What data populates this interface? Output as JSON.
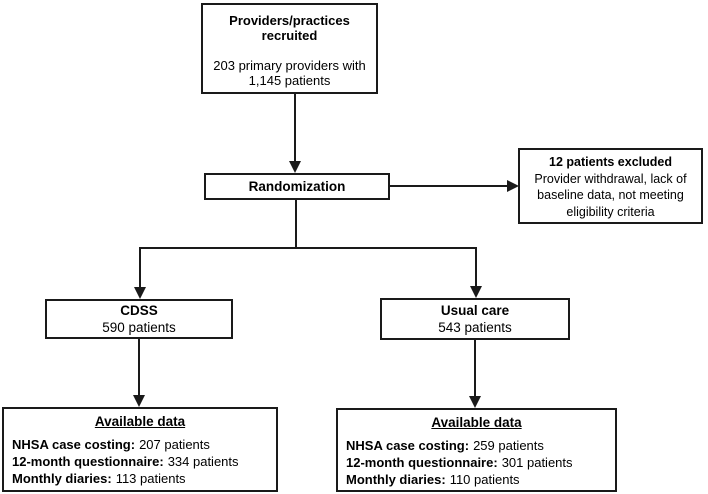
{
  "colors": {
    "border": "#1a1a1a",
    "line": "#1a1a1a",
    "text": "#000000",
    "background": "#ffffff"
  },
  "boxes": {
    "recruited": {
      "title_line1": "Providers/practices",
      "title_line2": "recruited",
      "body_line1": "203 primary providers with",
      "body_line2": "1,145 patients"
    },
    "randomization": {
      "label": "Randomization"
    },
    "excluded": {
      "title": "12 patients excluded",
      "body_line1": "Provider withdrawal, lack of",
      "body_line2": "baseline data, not meeting",
      "body_line3": "eligibility criteria"
    },
    "cdss": {
      "title": "CDSS",
      "count": "590 patients"
    },
    "usual_care": {
      "title": "Usual care",
      "count": "543 patients"
    },
    "available_cdss": {
      "heading": "Available data",
      "rows": [
        {
          "label": "NHSA case costing:",
          "value": "207 patients"
        },
        {
          "label": "12-month questionnaire:",
          "value": "334 patients"
        },
        {
          "label": "Monthly diaries:",
          "value": "113 patients"
        }
      ]
    },
    "available_usual": {
      "heading": "Available data",
      "rows": [
        {
          "label": "NHSA case costing:",
          "value": "259 patients"
        },
        {
          "label": "12-month questionnaire:",
          "value": "301 patients"
        },
        {
          "label": "Monthly diaries:",
          "value": "110 patients"
        }
      ]
    }
  }
}
